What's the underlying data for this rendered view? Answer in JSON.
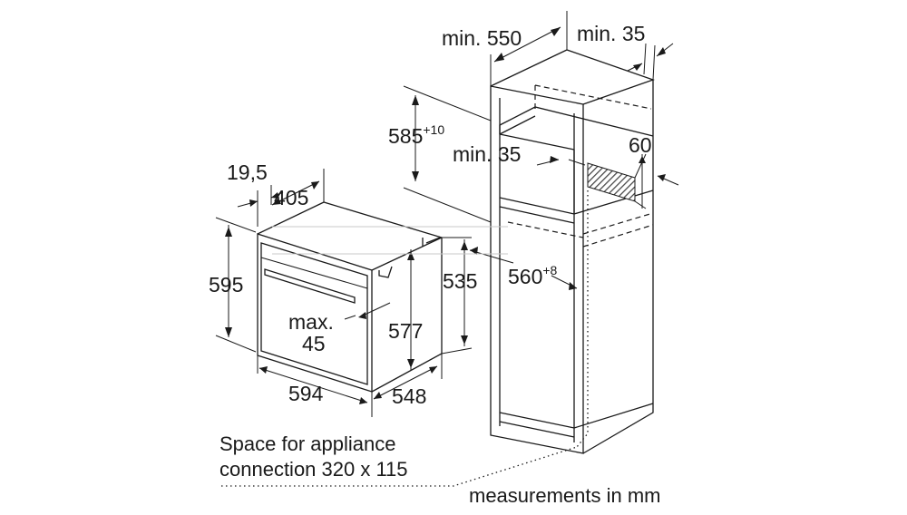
{
  "labels": {
    "niche_depth": "min. 550",
    "rear_gap": "min. 35",
    "upper_height_base": "585",
    "upper_height_tol": "+10",
    "upper_gap": "min. 35",
    "vent_height": "60",
    "niche_height_base": "560",
    "niche_height_tol": "+8",
    "front_offset": "19,5",
    "top_depth": "405",
    "total_height": "595",
    "body_height": "535",
    "door_gap_line1": "max.",
    "door_gap_line2": "45",
    "inner_height": "577",
    "width": "594",
    "depth": "548",
    "connection_line1": "Space for appliance",
    "connection_line2": "connection 320 x 115",
    "units": "measurements in mm"
  },
  "colors": {
    "line": "#1a1a1a",
    "background": "#ffffff",
    "vent_hatch": "#444444"
  }
}
